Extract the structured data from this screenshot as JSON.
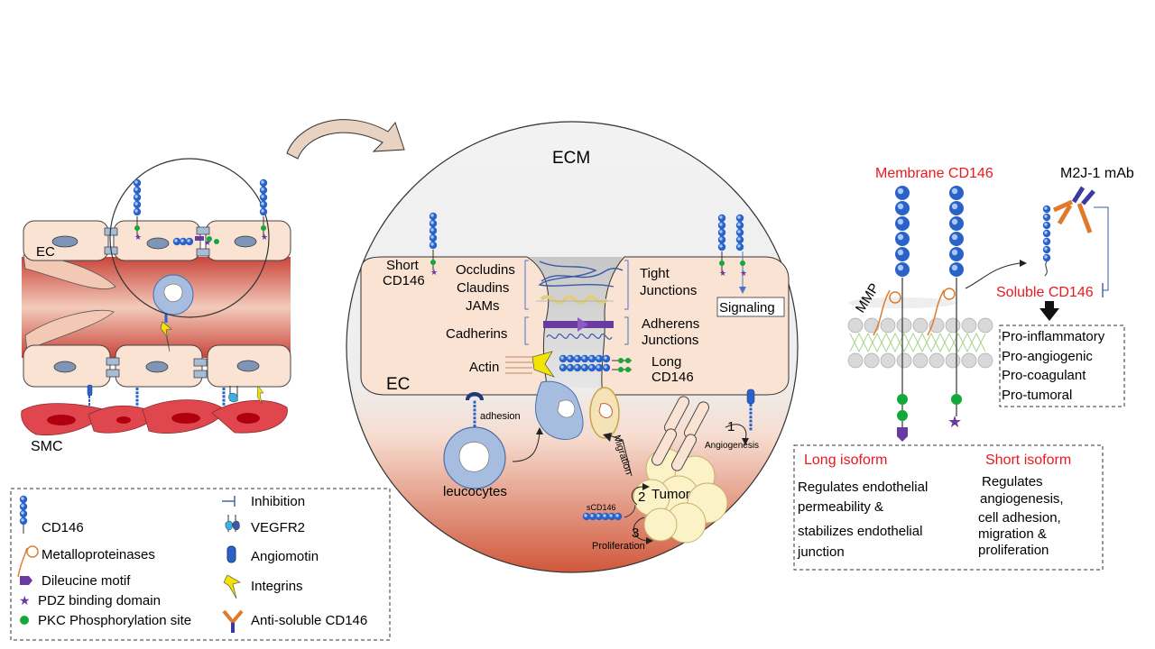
{
  "colors": {
    "accent_red": "#e8191f",
    "cd146_blue": "#2b62c8",
    "cell_fill": "#fbe3d3",
    "smc_fill": "#e0464e",
    "dileucine": "#6b3aa0",
    "pkc": "#14a83c",
    "integrin": "#f2e400",
    "mmp": "#e07a2a"
  },
  "left_panel": {
    "ec_label": "EC",
    "smc_label": "SMC"
  },
  "center_panel": {
    "ecm_label": "ECM",
    "ec_label": "EC",
    "short_cd146": [
      "Short",
      "CD146"
    ],
    "junction_proteins": [
      "Occludins",
      "Claudins",
      "JAMs"
    ],
    "tight_junctions": [
      "Tight",
      "Junctions"
    ],
    "signaling": "Signaling",
    "cadherins": "Cadherins",
    "adherens_junctions": [
      "Adherens",
      "Junctions"
    ],
    "actin": "Actin",
    "long_cd146": [
      "Long",
      "CD146"
    ],
    "adhesion": "adhesion",
    "leucocytes": "leucocytes",
    "migration": "Migration",
    "tumor": "Tumor",
    "scd146": "sCD146",
    "proliferation": "Proliferation",
    "angiogenesis": "Angiogenesis",
    "steps": [
      "1",
      "2",
      "3"
    ]
  },
  "right_panel": {
    "membrane_cd146": "Membrane CD146",
    "m2j1_mab": "M2J-1 mAb",
    "mmp": "MMP",
    "soluble_cd146": "Soluble CD146",
    "effects": [
      "Pro-inflammatory",
      "Pro-angiogenic",
      "Pro-coagulant",
      "Pro-tumoral"
    ],
    "long_isoform": {
      "title": "Long isoform",
      "lines": [
        "Regulates endothelial",
        "permeability &",
        "stabilizes endothelial",
        "junction"
      ]
    },
    "short_isoform": {
      "title": "Short isoform",
      "lines": [
        "Regulates",
        "angiogenesis,",
        "cell adhesion,",
        "migration &",
        "proliferation"
      ]
    }
  },
  "legend": {
    "left": [
      "CD146",
      "Metalloproteinases",
      "Dileucine motif",
      "PDZ binding domain",
      "PKC Phosphorylation site"
    ],
    "right": [
      "Inhibition",
      "VEGFR2",
      "Angiomotin",
      "Integrins",
      "Anti-soluble CD146"
    ]
  }
}
